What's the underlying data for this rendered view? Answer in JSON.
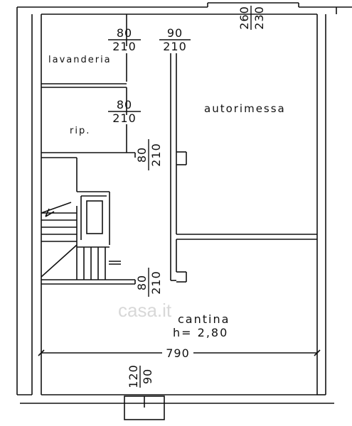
{
  "rooms": {
    "lavanderia": "lavanderia",
    "rip": "rip.",
    "autorimessa": "autorimessa",
    "cantina": "cantina",
    "cantina_height": "h= 2,80"
  },
  "doors": {
    "lavanderia_width": "80",
    "lavanderia_height": "210",
    "corridor_width": "90",
    "corridor_height": "210",
    "garage_width": "260",
    "garage_height": "230",
    "rip_width": "80",
    "rip_height": "210",
    "stair_side_width": "80",
    "stair_side_height": "210",
    "cantina_side_width": "80",
    "cantina_side_height": "210",
    "bottom_width": "120",
    "bottom_height": "90"
  },
  "dimensions": {
    "overall_width": "790"
  },
  "watermark": "casa.it"
}
